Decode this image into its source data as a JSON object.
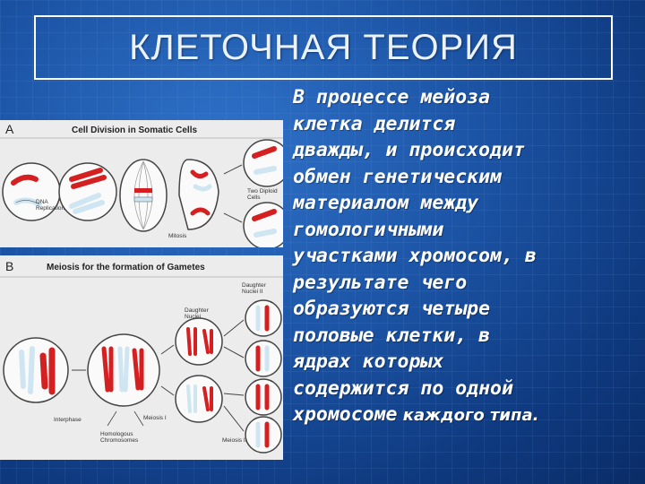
{
  "slide": {
    "title": "КЛЕТОЧНАЯ ТЕОРИЯ",
    "body_lines": [
      "В процессе мейоза",
      "клетка делится",
      "дважды, и происходит",
      "обмен генетическим",
      "материалом между",
      "гомологичными",
      "участками хромосом, в",
      "результате чего",
      "образуются четыре",
      "половые клетки, в",
      "ядрах которых",
      "содержится по одной"
    ],
    "last_line_a": "хромосоме",
    "last_line_b": " каждого типа."
  },
  "figure": {
    "panel_a": {
      "letter": "A",
      "caption": "Cell Division in Somatic Cells",
      "labels": {
        "dna_replication_1": "DNA",
        "dna_replication_2": "Replication",
        "mitosis": "Mitosis",
        "two_diploid_1": "Two Diploid",
        "two_diploid_2": "Cells"
      }
    },
    "panel_b": {
      "letter": "B",
      "caption": "Meiosis for the formation of Gametes",
      "labels": {
        "daughter_nuclei_ii_1": "Daughter",
        "daughter_nuclei_ii_2": "Nuclei II",
        "daughter_nuclei_1": "Daughter",
        "daughter_nuclei_2": "Nuclei",
        "interphase": "Interphase",
        "meiosis_i": "Meiosis I",
        "homologous_1": "Homologous",
        "homologous_2": "Chromosomes",
        "meiosis_ii": "Meiosis II"
      }
    },
    "colors": {
      "red": "#d42020",
      "blue": "#cfe6f2",
      "outline": "#444444"
    }
  }
}
